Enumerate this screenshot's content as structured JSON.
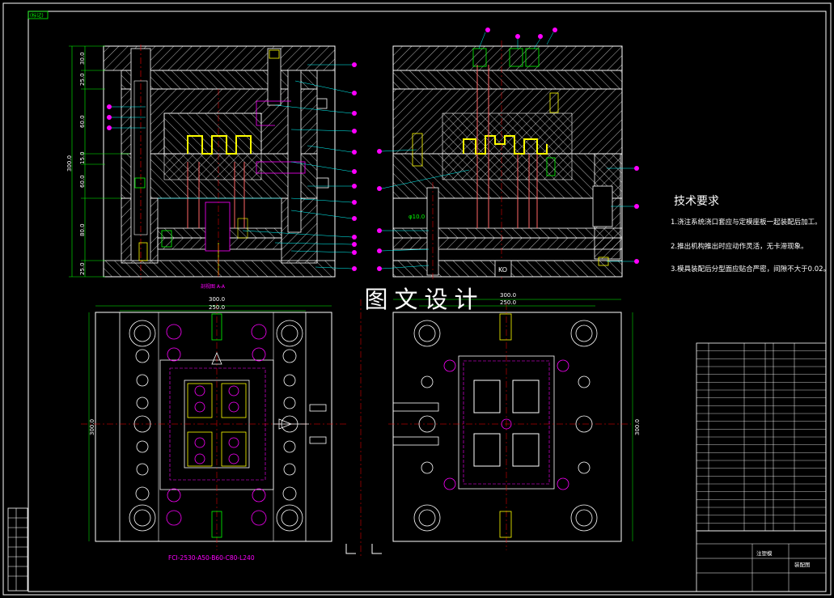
{
  "sheet": {
    "watermark": "图文设计",
    "section_label": "剖视图 A-A",
    "tab_label": "(标记)"
  },
  "tech_requirements": {
    "title": "技术要求",
    "lines": [
      "1.浇注系统浇口套应与定模座板一起装配后加工。",
      "2.推出机构推出时应动作灵活，无卡滞现象。",
      "3.模具装配后分型面应贴合严密，间隙不大于0.02。"
    ]
  },
  "dimensions": {
    "top_width_1": "300.0",
    "top_width_2": "250.0",
    "top_width_3": "300.0",
    "top_width_4": "250.0",
    "left_height": "300.0",
    "right_height": "300.0",
    "side_total": "300.0",
    "side_parts": [
      "30.0",
      "25.0",
      "60.0",
      "15.0",
      "60.0",
      "80.0",
      "25.0"
    ],
    "pin_label": "φ10.0",
    "ko_label": "KO"
  },
  "mold_spec": "FCI-2530-A50-B60-C80-L240",
  "parts_table": {
    "rows": 24
  },
  "title_block": {
    "name": "注塑模",
    "drawing_no": "装配图"
  }
}
